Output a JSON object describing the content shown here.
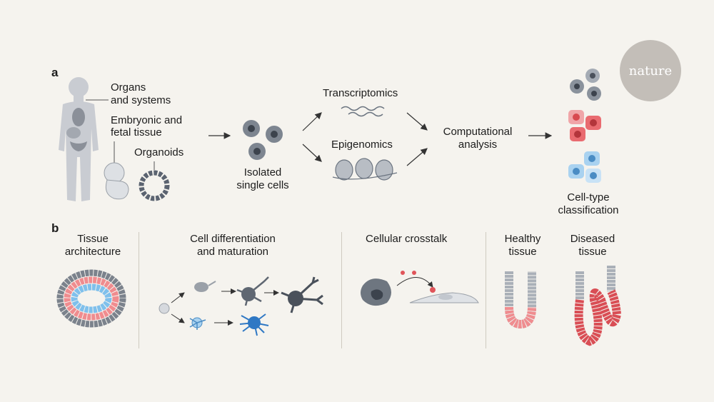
{
  "brand": "nature",
  "panel_a": {
    "letter": "a",
    "organs_line1": "Organs",
    "organs_line2": "and systems",
    "embryonic_line1": "Embryonic and",
    "embryonic_line2": "fetal tissue",
    "organoids": "Organoids",
    "isolated_line1": "Isolated",
    "isolated_line2": "single cells",
    "transcriptomics": "Transcriptomics",
    "epigenomics": "Epigenomics",
    "computational_line1": "Computational",
    "computational_line2": "analysis",
    "celltype_line1": "Cell-type",
    "celltype_line2": "classification"
  },
  "panel_b": {
    "letter": "b",
    "tissue_line1": "Tissue",
    "tissue_line2": "architecture",
    "diff_line1": "Cell differentiation",
    "diff_line2": "and maturation",
    "crosstalk": "Cellular crosstalk",
    "healthy_line1": "Healthy",
    "healthy_line2": "tissue",
    "diseased_line1": "Diseased",
    "diseased_line2": "tissue"
  },
  "colors": {
    "background": "#f5f3ee",
    "grey_cell": "#5c6570",
    "red_cell": "#e0555a",
    "blue_cell": "#5ea8dd"
  }
}
